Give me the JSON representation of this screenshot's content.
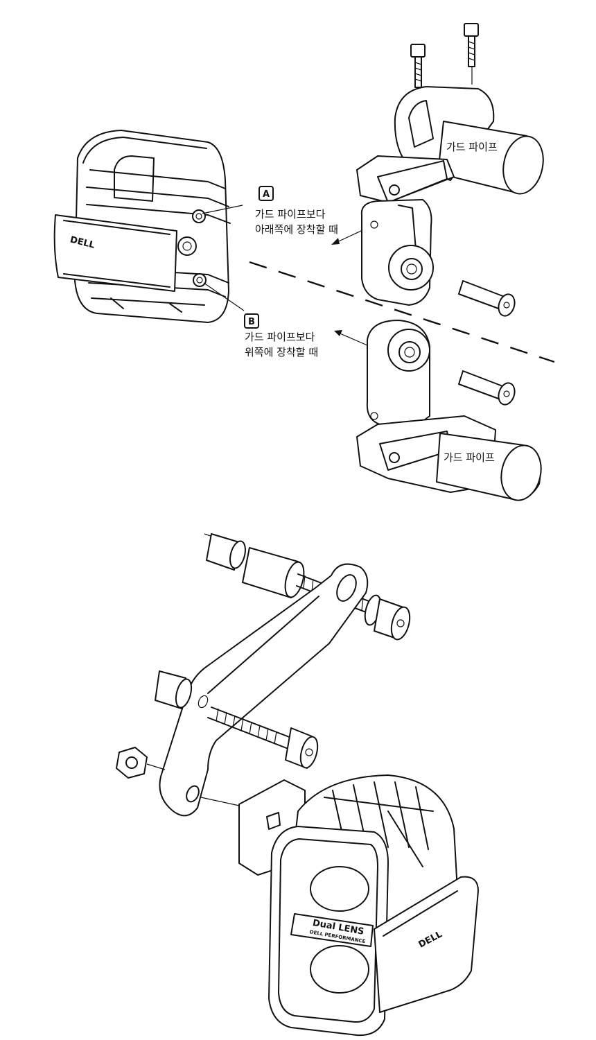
{
  "labels": {
    "badge_a": "A",
    "badge_b": "B",
    "guard_pipe_top": "가드 파이프",
    "guard_pipe_bottom": "가드 파이프",
    "option_a_line1": "가드 파이프보다",
    "option_a_line2": "아래쪽에 장착할 때",
    "option_b_line1": "가드 파이프보다",
    "option_b_line2": "위쪽에 장착할 때"
  },
  "logos": {
    "top_lamp_logo": "DELL",
    "bottom_lamp_logo": "DELL",
    "lens_title": "Dual LENS",
    "lens_subtitle": "DELL PERFORMANCE"
  }
}
